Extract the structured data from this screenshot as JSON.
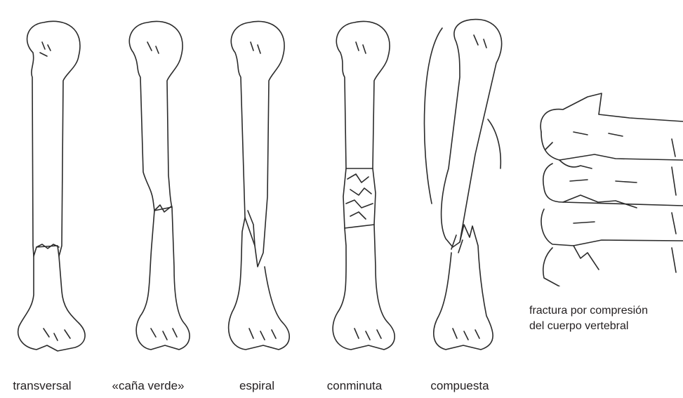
{
  "bones": [
    {
      "label": "transversal"
    },
    {
      "label": "«caña verde»"
    },
    {
      "label": "espiral"
    },
    {
      "label": "conminuta"
    },
    {
      "label": "compuesta"
    }
  ],
  "vertebral": {
    "label_line1": "fractura por compresión",
    "label_line2": "del cuerpo vertebral"
  }
}
